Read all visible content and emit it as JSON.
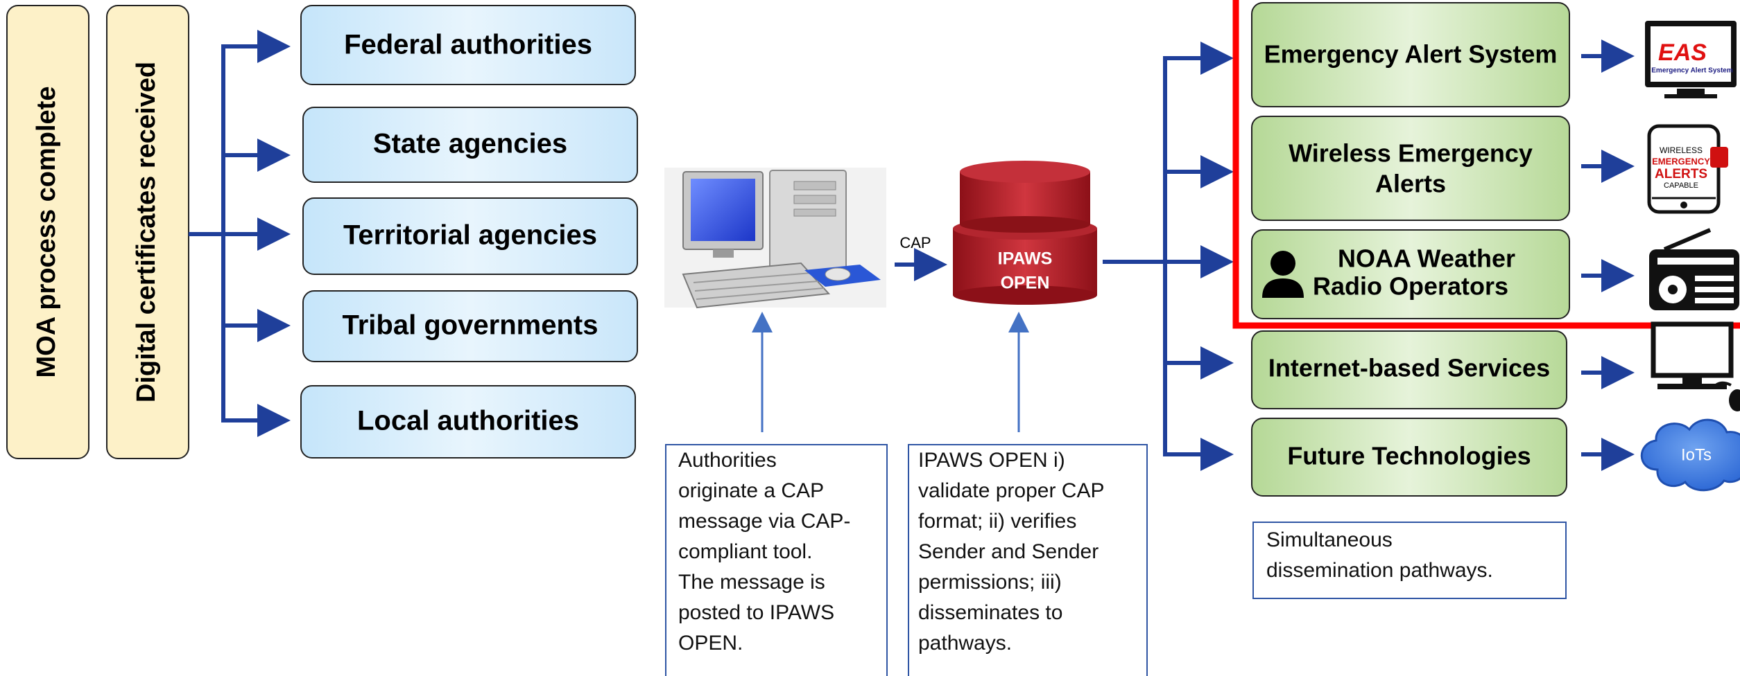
{
  "prerequisites": {
    "moa": "MOA process complete",
    "certificates": "Digital certificates received"
  },
  "originators": [
    "Federal authorities",
    "State agencies",
    "Territorial agencies",
    "Tribal governments",
    "Local authorities"
  ],
  "connector": {
    "cap_label": "CAP"
  },
  "ipaws": {
    "line1": "IPAWS",
    "line2": "OPEN"
  },
  "notes": {
    "originate": [
      "Authorities",
      "originate a CAP",
      "message via CAP-",
      "compliant tool.",
      "The message is",
      "posted to IPAWS",
      "OPEN."
    ],
    "ipaws": [
      "IPAWS OPEN i)",
      "validate proper CAP",
      "format; ii) verifies",
      "Sender and Sender",
      "permissions; iii)",
      "disseminates to",
      "pathways."
    ],
    "dissemination": [
      "Simultaneous",
      "dissemination pathways."
    ]
  },
  "pathways": [
    {
      "lines": [
        "Emergency Alert System"
      ]
    },
    {
      "lines": [
        "Wireless Emergency",
        "Alerts"
      ]
    },
    {
      "lines": [
        "NOAA Weather",
        "Radio Operators"
      ]
    },
    {
      "lines": [
        "Internet-based Services"
      ]
    },
    {
      "lines": [
        "Future Technologies"
      ]
    }
  ],
  "icons": {
    "eas_logo": "EAS",
    "eas_sub": "Emergency Alert System",
    "wea_line1": "WIRELESS",
    "wea_line2": "EMERGENCY",
    "wea_line3": "ALERTS",
    "wea_line4": "CAPABLE",
    "iot": "IoTs"
  },
  "colors": {
    "arrow": "#1f3f9a",
    "thin_arrow": "#4472c4",
    "prereq_fill": "#fdf1c8",
    "originator_fill": "#d4ecfb",
    "pathway_fill": "#c6e2a9",
    "highlight": "#ff0000",
    "ipaws_fill": "#b0202a",
    "note_border": "#2f55a4"
  }
}
